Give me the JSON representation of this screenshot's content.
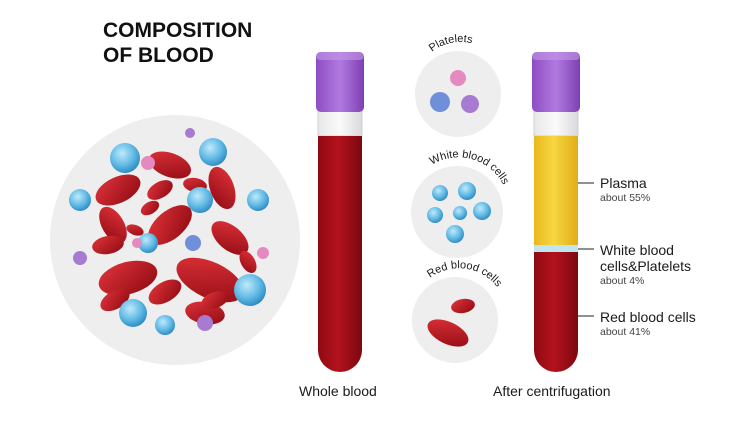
{
  "title_line1": "COMPOSITION",
  "title_line2": "OF BLOOD",
  "circle_labels": {
    "platelets": "Platelets",
    "white_blood_cells": "White blood cells",
    "red_blood_cells": "Red blood cells"
  },
  "layers": {
    "plasma": {
      "name": "Plasma",
      "percent": "about 55%"
    },
    "wbc_platelets": {
      "name_line1": "White blood",
      "name_line2": "cells&Platelets",
      "percent": "about 4%"
    },
    "rbc": {
      "name": "Red blood cells",
      "percent": "about 41%"
    }
  },
  "captions": {
    "whole_blood": "Whole blood",
    "after_centrifugation": "After centrifugation"
  },
  "colors": {
    "cap": "#9b59c9",
    "blood": "#a80f19",
    "plasma": "#f2cc2c",
    "buffy": "#bfe6f0",
    "wbc": "#3aa0d4",
    "platelet_pink": "#e58ac0",
    "platelet_purple": "#a67bd0",
    "platelet_blue": "#6f8fd8"
  }
}
